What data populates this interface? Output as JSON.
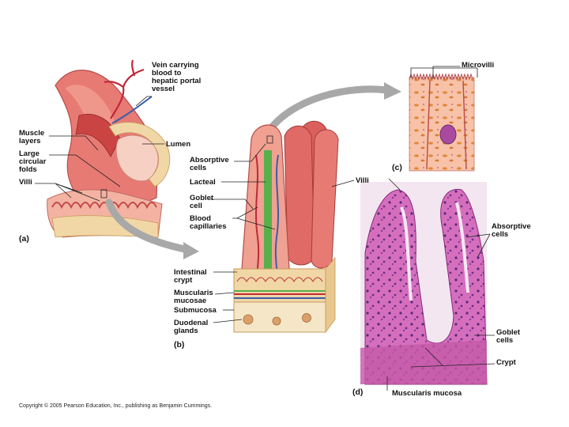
{
  "labels": {
    "vein": "Vein carrying\nblood to\nhepatic portal\nvessel",
    "muscle_layers": "Muscle\nlayers",
    "circular_folds": "Large\ncircular\nfolds",
    "villi_a": "Villi",
    "lumen": "Lumen",
    "absorptive_cells_b": "Absorptive\ncells",
    "lacteal": "Lacteal",
    "goblet_cell": "Goblet\ncell",
    "blood_capillaries": "Blood\ncapillaries",
    "intestinal_crypt": "Intestinal\ncrypt",
    "muscularis_mucosae": "Muscularis\nmucosae",
    "submucosa": "Submucosa",
    "duodenal_glands": "Duodenal\nglands",
    "microvilli": "Microvilli",
    "villi_c": "Villi",
    "absorptive_cells_d": "Absorptive\ncells",
    "goblet_cells": "Goblet\ncells",
    "crypt": "Crypt",
    "muscularis_mucosa_d": "Muscularis mucosa"
  },
  "panels": {
    "a": "(a)",
    "b": "(b)",
    "c": "(c)",
    "d": "(d)"
  },
  "copyright": "Copyright © 2005 Pearson Education, Inc., publishing as Benjamin Cummings.",
  "colors": {
    "tissue_pink": "#e87a74",
    "tissue_light": "#f4b3a2",
    "tan": "#f1d7a6",
    "vein_red": "#c0283a",
    "vessel_blue": "#3b5ea8",
    "lacteal_green": "#58b04a",
    "histology_purple": "#b24a9c",
    "arrow_gray": "#a8a8a8"
  }
}
